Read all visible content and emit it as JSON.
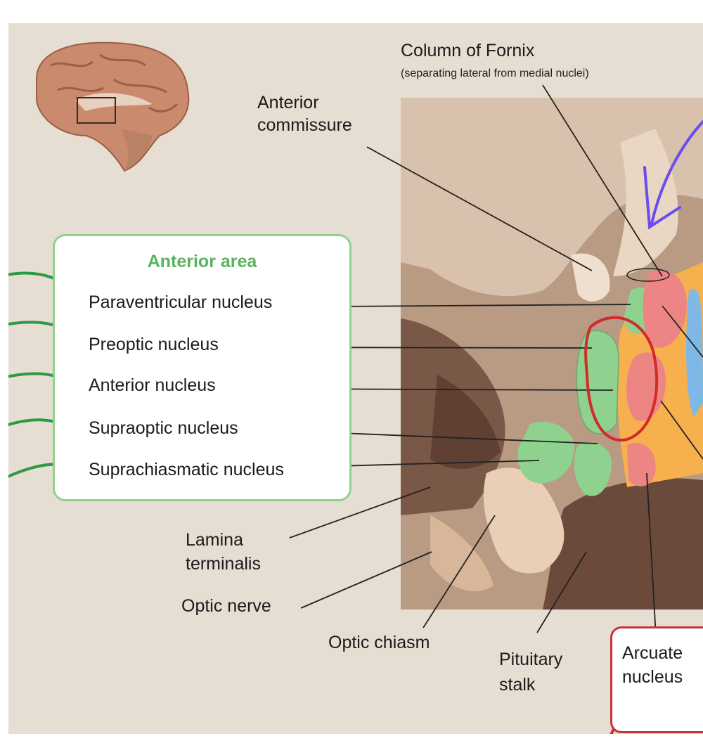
{
  "labels": {
    "column_of_fornix": "Column of Fornix",
    "column_of_fornix_note": "(separating lateral from medial nuclei)",
    "anterior_commissure_1": "Anterior",
    "anterior_commissure_2": "commissure",
    "lamina_terminalis_1": "Lamina",
    "lamina_terminalis_2": "terminalis",
    "optic_nerve": "Optic nerve",
    "optic_chiasm": "Optic chiasm",
    "pituitary_stalk_1": "Pituitary",
    "pituitary_stalk_2": "stalk",
    "arcuate_nucleus_1": "Arcuate",
    "arcuate_nucleus_2": "nucleus"
  },
  "anterior_area": {
    "title": "Anterior area",
    "items": [
      "Paraventricular nucleus",
      "Preoptic nucleus",
      "Anterior nucleus",
      "Supraoptic nucleus",
      "Suprachiasmatic nucleus"
    ]
  },
  "colors": {
    "background": "#e6ddd3",
    "box_border": "#8fd18f",
    "box_title": "#59b35e",
    "nucleus_green": "#8fd18f",
    "nucleus_pink": "#ee8585",
    "nucleus_orange": "#f6b04e",
    "nucleus_blue": "#7fb8e6",
    "annotation_red": "#d32a2a",
    "annotation_green": "#2c9a45",
    "annotation_purple": "#6a4df0"
  }
}
